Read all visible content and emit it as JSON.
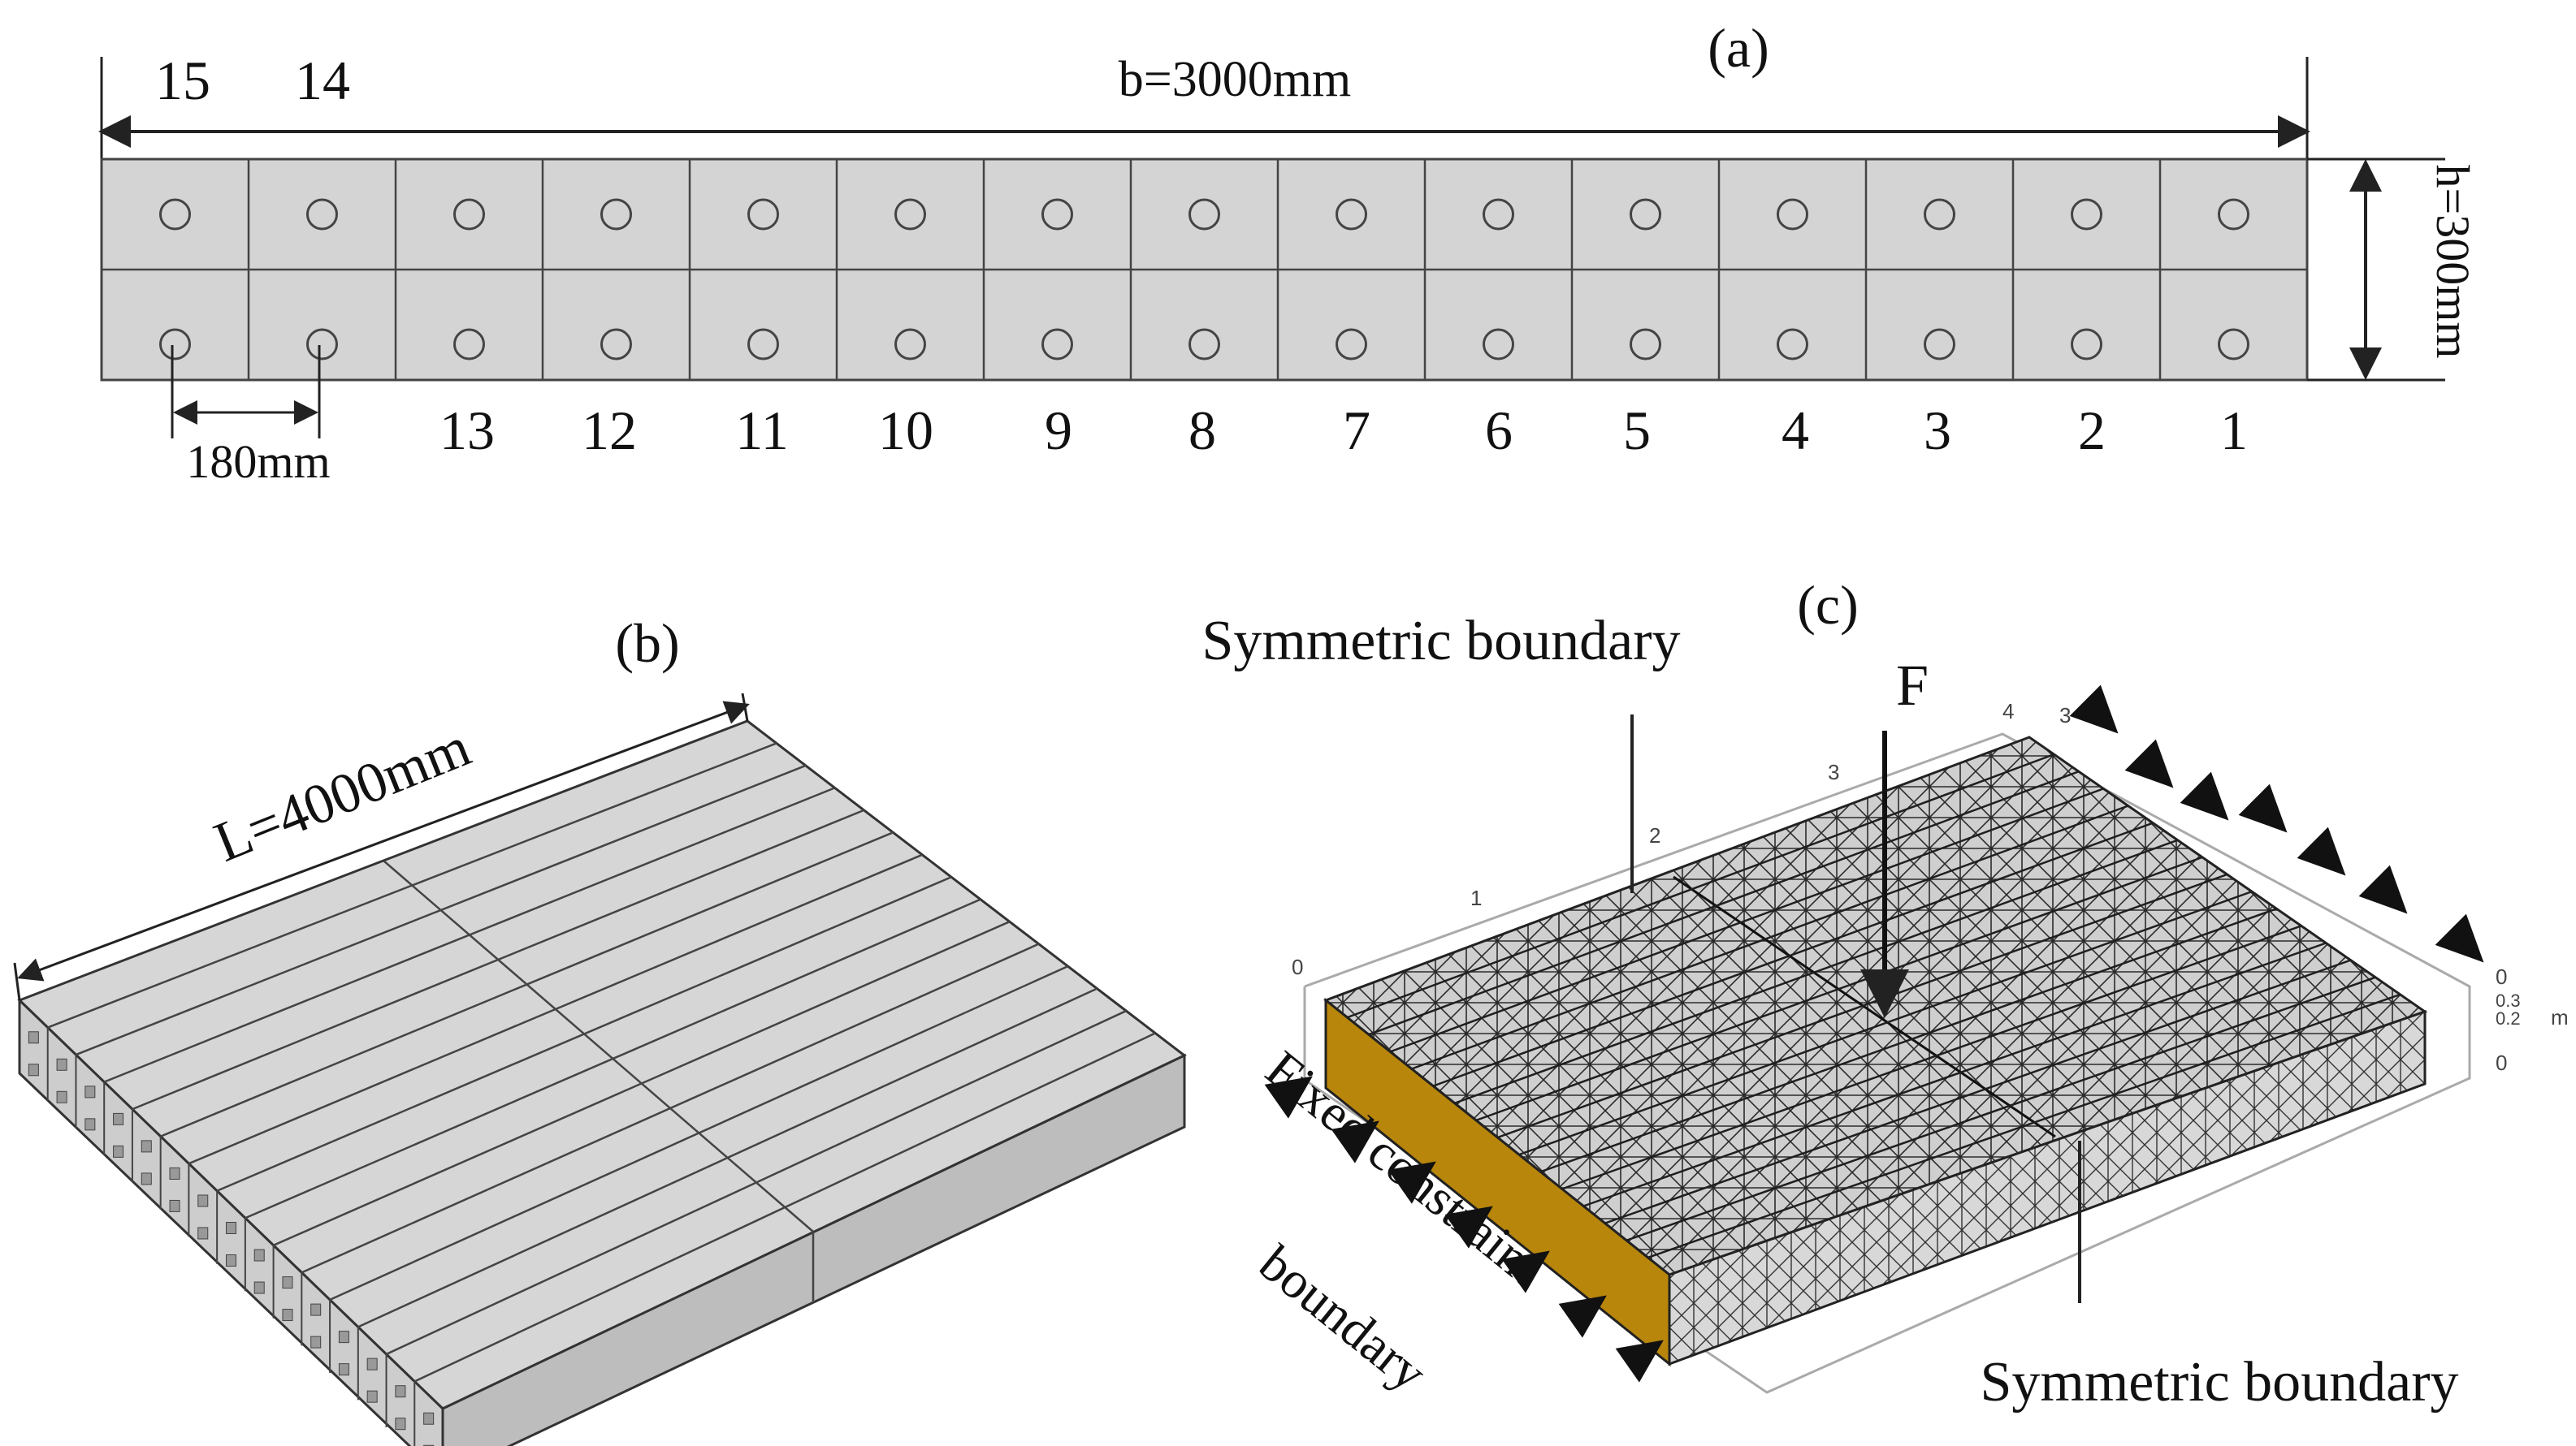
{
  "panel_a": {
    "label": "(a)",
    "width_label": "b=3000mm",
    "height_label": "h=300mm",
    "spacing_label": "180mm",
    "top_numbers": [
      "15",
      "14"
    ],
    "bottom_numbers": [
      "13",
      "12",
      "11",
      "10",
      "9",
      "8",
      "7",
      "6",
      "5",
      "4",
      "3",
      "2",
      "1"
    ]
  },
  "panel_b": {
    "label": "(b)",
    "length_label": "L=4000mm"
  },
  "panel_c": {
    "label": "(c)",
    "symmetric_top": "Symmetric boundary",
    "force": "F",
    "fixed_line1": "Fixed constraint",
    "fixed_line2": "boundary",
    "symmetric_bottom": "Symmetric boundary",
    "axis_numbers": [
      "0",
      "1",
      "2",
      "3",
      "4",
      "3",
      "0",
      "0.3",
      "0.2",
      "0",
      "m"
    ]
  },
  "colors": {
    "panel_fill": "#d4d4d4",
    "line": "#222222",
    "mesh": "#333333",
    "fixed_face": "#b8860b"
  }
}
